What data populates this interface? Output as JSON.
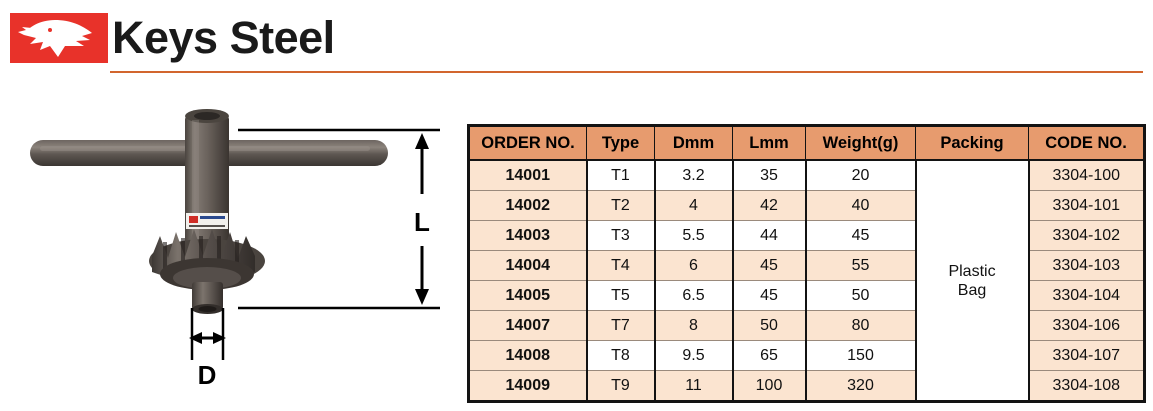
{
  "header": {
    "title": "Keys Steel",
    "logo_icon": "eagle-head-logo-icon",
    "logo_color": "#e8322a",
    "rule_color": "#d2662e"
  },
  "figure": {
    "caption_length": "L",
    "caption_diameter": "D",
    "product_description": "T-handle chuck key with gear teeth",
    "arrow_up_icon": "arrow-up-icon",
    "arrow_down_icon": "arrow-down-icon",
    "arrow_horizontal_icon": "arrow-left-right-icon"
  },
  "table": {
    "header_bg": "#e79b6e",
    "row_shade_bg": "#fbe4d0",
    "columns": [
      "ORDER NO.",
      "Type",
      "Dmm",
      "Lmm",
      "Weight(g)",
      "Packing",
      "CODE NO."
    ],
    "packing_value": "Plastic\nBag",
    "packing_line1": "Plastic",
    "packing_line2": "Bag",
    "rows": [
      {
        "order": "14001",
        "type": "T1",
        "dmm": "3.2",
        "lmm": "35",
        "weight": "20",
        "code": "3304-100",
        "shade": false
      },
      {
        "order": "14002",
        "type": "T2",
        "dmm": "4",
        "lmm": "42",
        "weight": "40",
        "code": "3304-101",
        "shade": true
      },
      {
        "order": "14003",
        "type": "T3",
        "dmm": "5.5",
        "lmm": "44",
        "weight": "45",
        "code": "3304-102",
        "shade": false
      },
      {
        "order": "14004",
        "type": "T4",
        "dmm": "6",
        "lmm": "45",
        "weight": "55",
        "code": "3304-103",
        "shade": true
      },
      {
        "order": "14005",
        "type": "T5",
        "dmm": "6.5",
        "lmm": "45",
        "weight": "50",
        "code": "3304-104",
        "shade": false
      },
      {
        "order": "14007",
        "type": "T7",
        "dmm": "8",
        "lmm": "50",
        "weight": "80",
        "code": "3304-106",
        "shade": true
      },
      {
        "order": "14008",
        "type": "T8",
        "dmm": "9.5",
        "lmm": "65",
        "weight": "150",
        "code": "3304-107",
        "shade": false
      },
      {
        "order": "14009",
        "type": "T9",
        "dmm": "11",
        "lmm": "100",
        "weight": "320",
        "code": "3304-108",
        "shade": true
      }
    ]
  }
}
